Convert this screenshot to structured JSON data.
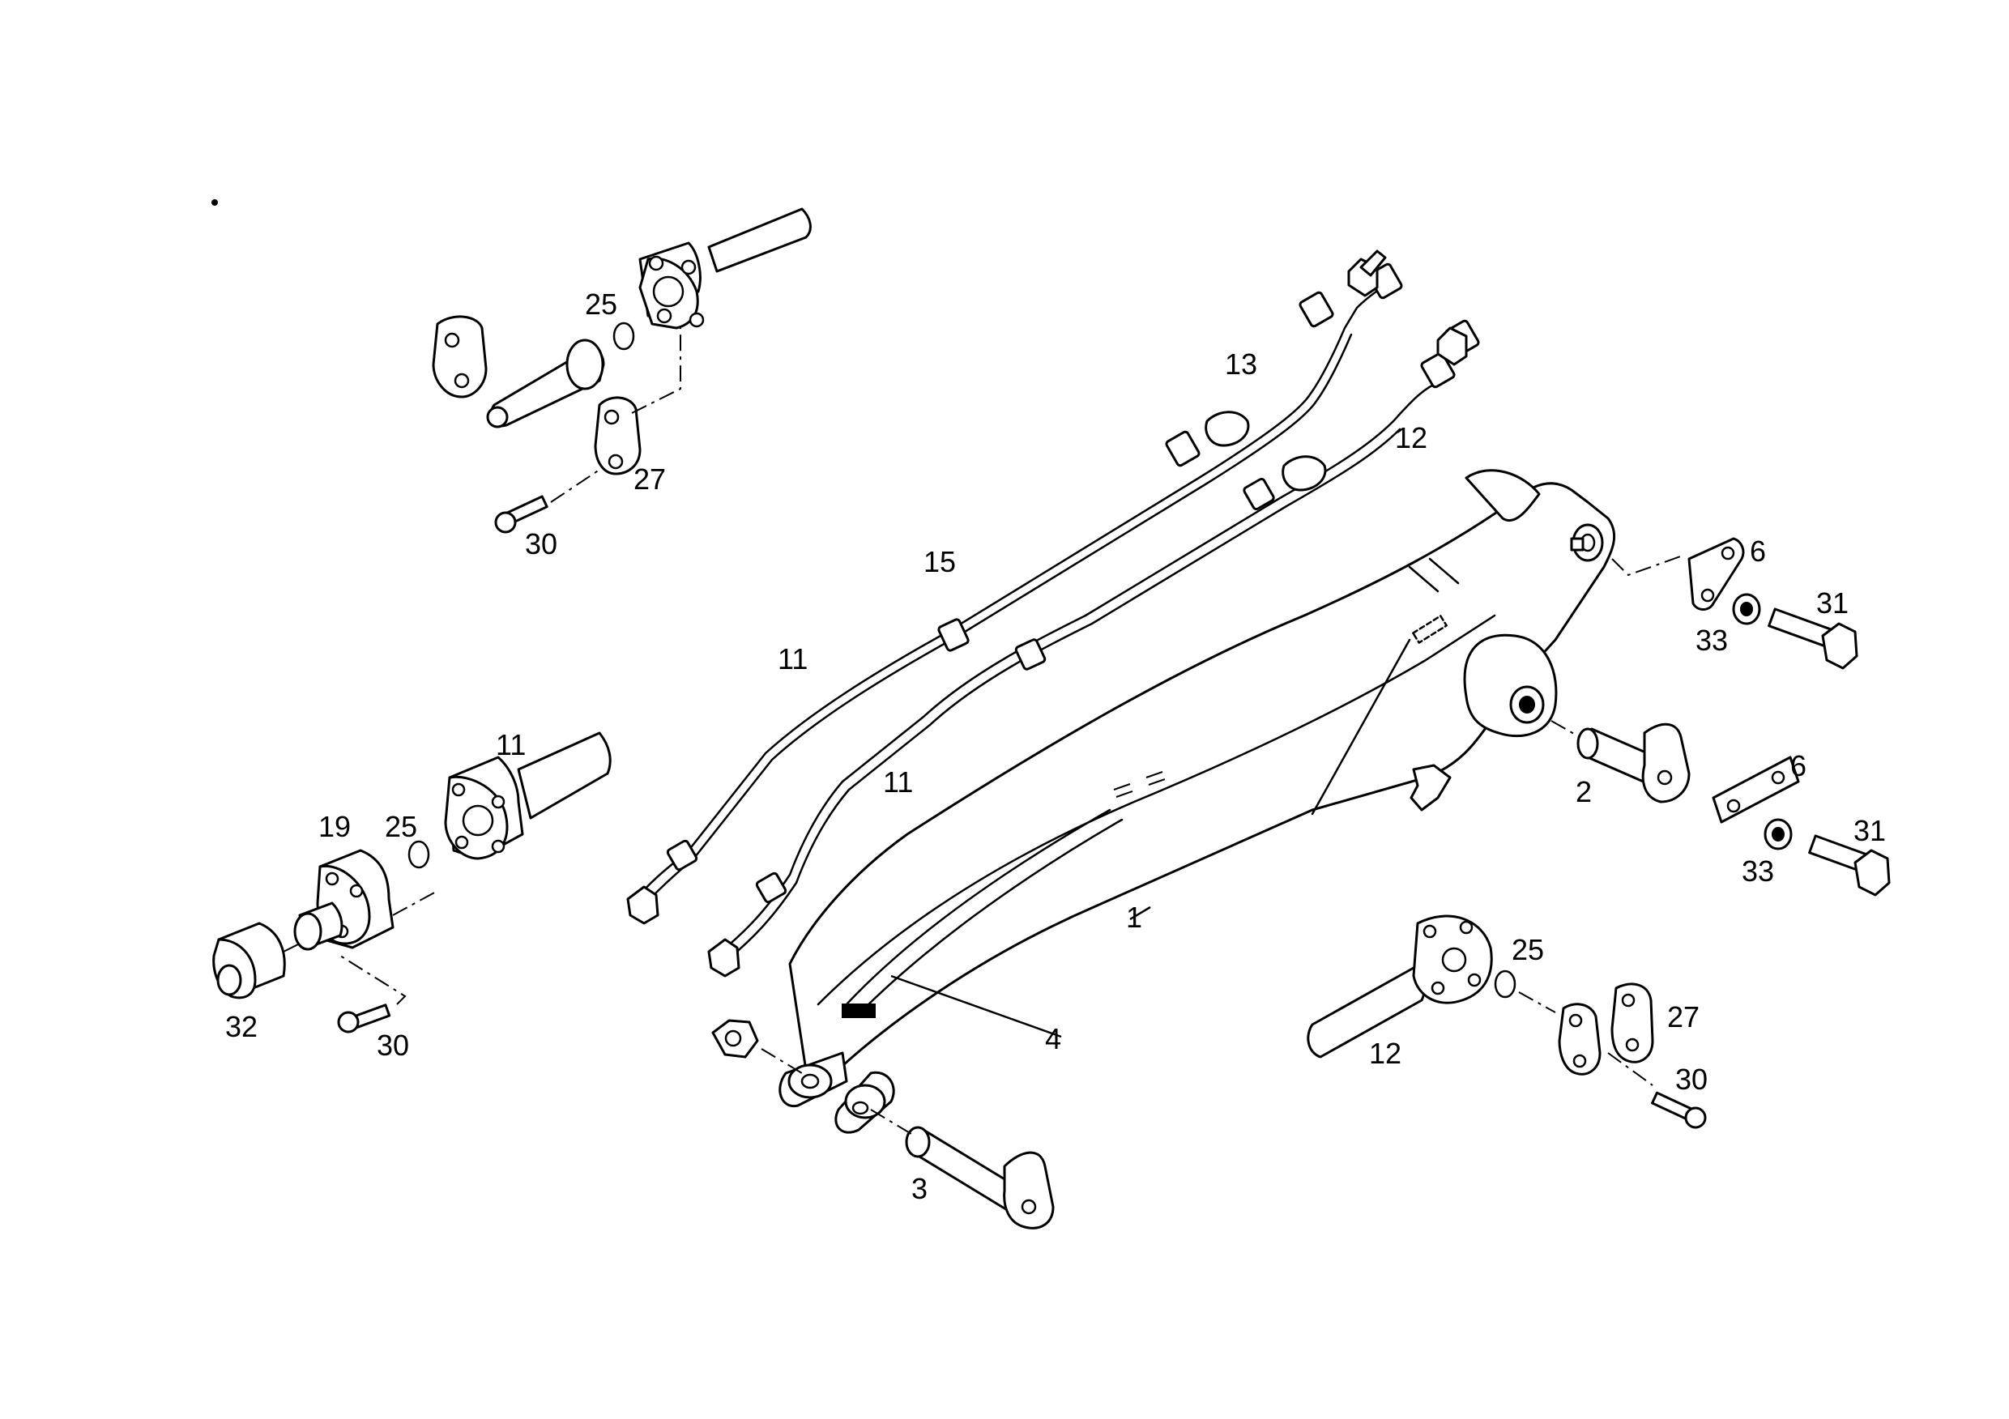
{
  "callouts": {
    "boom": "1",
    "pin_2": "2",
    "pin_3": "3",
    "pipe_4": "4",
    "plate_6_upper": "6",
    "plate_6_lower": "6",
    "line_11_upper": "11",
    "line_11_lower": "11",
    "line_11_flange": "11",
    "line_12_main": "12",
    "line_12_flange": "12",
    "line_13": "13",
    "clamp_15": "15",
    "adapter_19": "19",
    "oring_25_top": "25",
    "oring_25_left": "25",
    "oring_25_right": "25",
    "halfflange_27_top": "27",
    "halfflange_27_right": "27",
    "screw_30_top": "30",
    "screw_30_left": "30",
    "screw_30_right": "30",
    "bolt_31_upper": "31",
    "bolt_31_lower": "31",
    "plug_32": "32",
    "washer_33_upper": "33",
    "washer_33_lower": "33"
  },
  "colors": {
    "ink": "#000000",
    "paper": "#ffffff"
  }
}
